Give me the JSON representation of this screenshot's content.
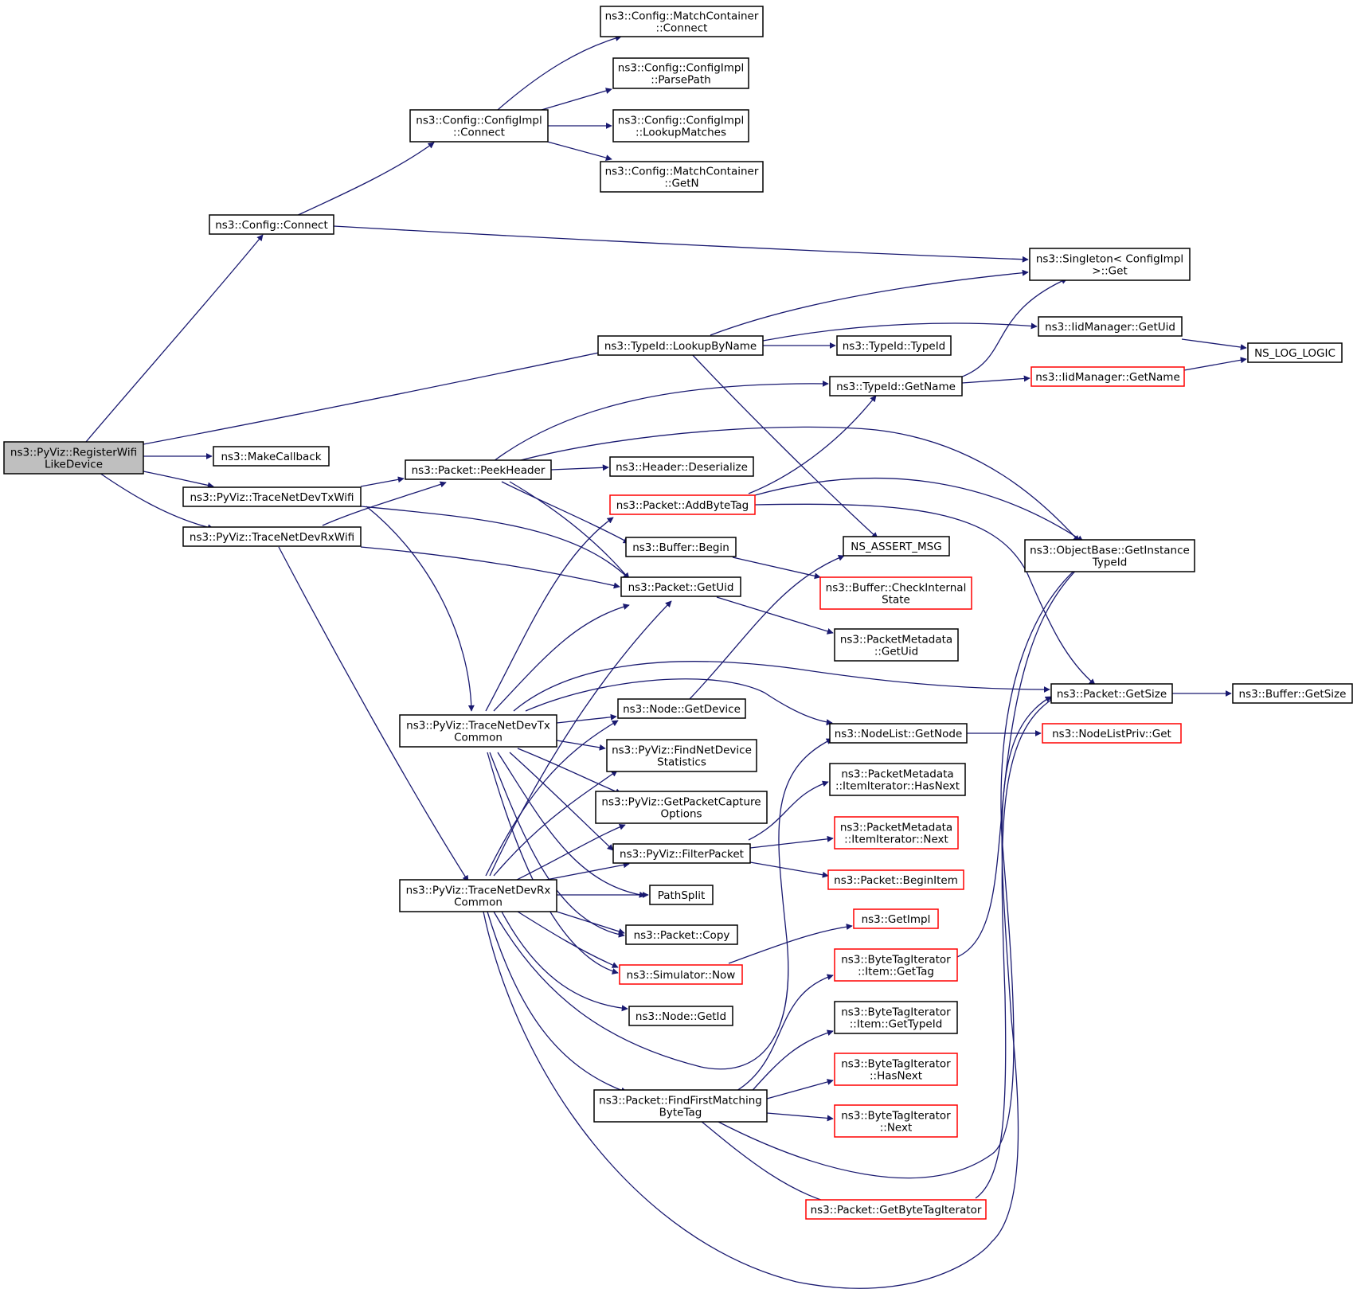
{
  "colors": {
    "edge": "#191970",
    "border": "#000000",
    "border_external": "#ff0000",
    "root_fill": "#bfbfbf"
  },
  "nodes": [
    {
      "id": "root",
      "lines": [
        "ns3::PyViz::RegisterWifi",
        "LikeDevice"
      ],
      "red": false,
      "root": true
    },
    {
      "id": "cfgConnect",
      "lines": [
        "ns3::Config::Connect"
      ],
      "red": false
    },
    {
      "id": "cfgImplConnect",
      "lines": [
        "ns3::Config::ConfigImpl",
        "::Connect"
      ],
      "red": false
    },
    {
      "id": "mcConnect",
      "lines": [
        "ns3::Config::MatchContainer",
        "::Connect"
      ],
      "red": false
    },
    {
      "id": "parsePath",
      "lines": [
        "ns3::Config::ConfigImpl",
        "::ParsePath"
      ],
      "red": false
    },
    {
      "id": "lookupMatches",
      "lines": [
        "ns3::Config::ConfigImpl",
        "::LookupMatches"
      ],
      "red": false
    },
    {
      "id": "mcGetN",
      "lines": [
        "ns3::Config::MatchContainer",
        "::GetN"
      ],
      "red": false
    },
    {
      "id": "singletonGet",
      "lines": [
        "ns3::Singleton< ConfigImpl",
        ">::Get"
      ],
      "red": false
    },
    {
      "id": "lookupByName",
      "lines": [
        "ns3::TypeId::LookupByName"
      ],
      "red": false
    },
    {
      "id": "iidGetUid",
      "lines": [
        "ns3::IidManager::GetUid"
      ],
      "red": false
    },
    {
      "id": "typeIdCtor",
      "lines": [
        "ns3::TypeId::TypeId"
      ],
      "red": false
    },
    {
      "id": "nsLogLogic",
      "lines": [
        "NS_LOG_LOGIC"
      ],
      "red": false
    },
    {
      "id": "typeIdGetName",
      "lines": [
        "ns3::TypeId::GetName"
      ],
      "red": false
    },
    {
      "id": "iidGetName",
      "lines": [
        "ns3::IidManager::GetName"
      ],
      "red": true
    },
    {
      "id": "makeCallback",
      "lines": [
        "ns3::MakeCallback"
      ],
      "red": false
    },
    {
      "id": "peekHeader",
      "lines": [
        "ns3::Packet::PeekHeader"
      ],
      "red": false
    },
    {
      "id": "headerDeserialize",
      "lines": [
        "ns3::Header::Deserialize"
      ],
      "red": false
    },
    {
      "id": "traceTxWifi",
      "lines": [
        "ns3::PyViz::TraceNetDevTxWifi"
      ],
      "red": false
    },
    {
      "id": "traceRxWifi",
      "lines": [
        "ns3::PyViz::TraceNetDevRxWifi"
      ],
      "red": false
    },
    {
      "id": "addByteTag",
      "lines": [
        "ns3::Packet::AddByteTag"
      ],
      "red": true
    },
    {
      "id": "bufferBegin",
      "lines": [
        "ns3::Buffer::Begin"
      ],
      "red": false
    },
    {
      "id": "nsAssertMsg",
      "lines": [
        "NS_ASSERT_MSG"
      ],
      "red": false
    },
    {
      "id": "objGetInstanceTypeId",
      "lines": [
        "ns3::ObjectBase::GetInstance",
        "TypeId"
      ],
      "red": false
    },
    {
      "id": "packetGetUid",
      "lines": [
        "ns3::Packet::GetUid"
      ],
      "red": false
    },
    {
      "id": "bufferCheckInternalState",
      "lines": [
        "ns3::Buffer::CheckInternal",
        "State"
      ],
      "red": true
    },
    {
      "id": "pmGetUid",
      "lines": [
        "ns3::PacketMetadata",
        "::GetUid"
      ],
      "red": false
    },
    {
      "id": "packetGetSize",
      "lines": [
        "ns3::Packet::GetSize"
      ],
      "red": false
    },
    {
      "id": "bufferGetSize",
      "lines": [
        "ns3::Buffer::GetSize"
      ],
      "red": false
    },
    {
      "id": "traceTxCommon",
      "lines": [
        "ns3::PyViz::TraceNetDevTx",
        "Common"
      ],
      "red": false
    },
    {
      "id": "nodeGetDevice",
      "lines": [
        "ns3::Node::GetDevice"
      ],
      "red": false
    },
    {
      "id": "nodeListGetNode",
      "lines": [
        "ns3::NodeList::GetNode"
      ],
      "red": false
    },
    {
      "id": "nodeListPrivGet",
      "lines": [
        "ns3::NodeListPriv::Get"
      ],
      "red": true
    },
    {
      "id": "findNetDeviceStats",
      "lines": [
        "ns3::PyViz::FindNetDevice",
        "Statistics"
      ],
      "red": false
    },
    {
      "id": "pmIterHasNext",
      "lines": [
        "ns3::PacketMetadata",
        "::ItemIterator::HasNext"
      ],
      "red": false
    },
    {
      "id": "getPacketCaptureOptions",
      "lines": [
        "ns3::PyViz::GetPacketCapture",
        "Options"
      ],
      "red": false
    },
    {
      "id": "pmIterNext",
      "lines": [
        "ns3::PacketMetadata",
        "::ItemIterator::Next"
      ],
      "red": true
    },
    {
      "id": "filterPacket",
      "lines": [
        "ns3::PyViz::FilterPacket"
      ],
      "red": false
    },
    {
      "id": "packetBeginItem",
      "lines": [
        "ns3::Packet::BeginItem"
      ],
      "red": true
    },
    {
      "id": "traceRxCommon",
      "lines": [
        "ns3::PyViz::TraceNetDevRx",
        "Common"
      ],
      "red": false
    },
    {
      "id": "pathSplit",
      "lines": [
        "PathSplit"
      ],
      "red": false
    },
    {
      "id": "getImpl",
      "lines": [
        "ns3::GetImpl"
      ],
      "red": true
    },
    {
      "id": "packetCopy",
      "lines": [
        "ns3::Packet::Copy"
      ],
      "red": false
    },
    {
      "id": "btItemGetTag",
      "lines": [
        "ns3::ByteTagIterator",
        "::Item::GetTag"
      ],
      "red": true
    },
    {
      "id": "simulatorNow",
      "lines": [
        "ns3::Simulator::Now"
      ],
      "red": true
    },
    {
      "id": "btItemGetTypeId",
      "lines": [
        "ns3::ByteTagIterator",
        "::Item::GetTypeId"
      ],
      "red": false
    },
    {
      "id": "nodeGetId",
      "lines": [
        "ns3::Node::GetId"
      ],
      "red": false
    },
    {
      "id": "btHasNext",
      "lines": [
        "ns3::ByteTagIterator",
        "::HasNext"
      ],
      "red": true
    },
    {
      "id": "findFirstMatchingByteTag",
      "lines": [
        "ns3::Packet::FindFirstMatching",
        "ByteTag"
      ],
      "red": false
    },
    {
      "id": "btNext",
      "lines": [
        "ns3::ByteTagIterator",
        "::Next"
      ],
      "red": true
    },
    {
      "id": "getByteTagIterator",
      "lines": [
        "ns3::Packet::GetByteTagIterator"
      ],
      "red": true
    }
  ]
}
